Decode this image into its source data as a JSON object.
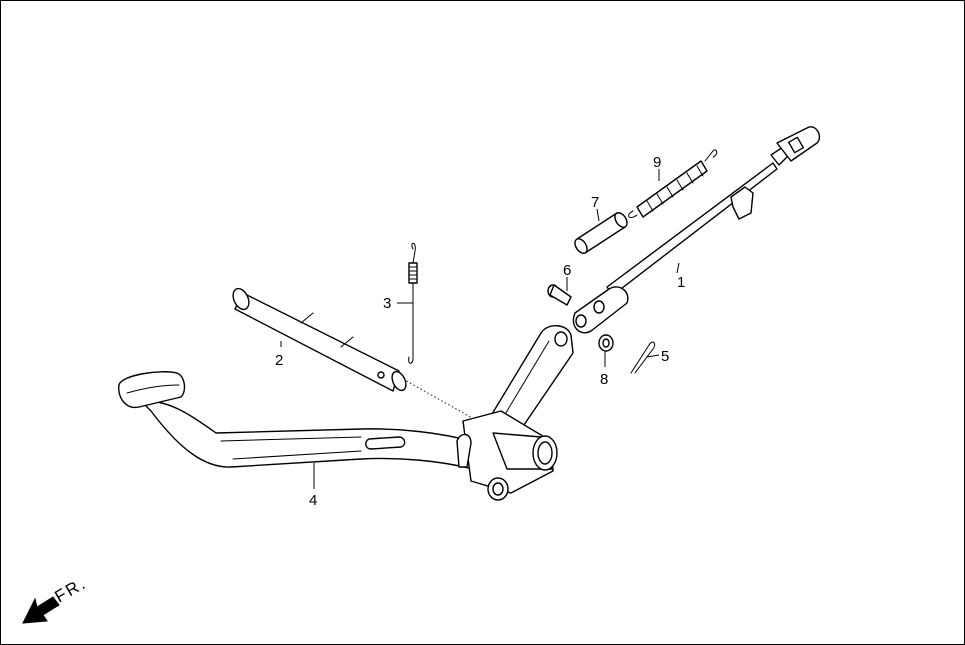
{
  "diagram": {
    "callouts": [
      {
        "id": "c1",
        "label": "1"
      },
      {
        "id": "c2",
        "label": "2"
      },
      {
        "id": "c3",
        "label": "3"
      },
      {
        "id": "c4",
        "label": "4"
      },
      {
        "id": "c5",
        "label": "5"
      },
      {
        "id": "c6",
        "label": "6"
      },
      {
        "id": "c7",
        "label": "7"
      },
      {
        "id": "c8",
        "label": "8"
      },
      {
        "id": "c9",
        "label": "9"
      }
    ],
    "direction_label": "FR."
  }
}
